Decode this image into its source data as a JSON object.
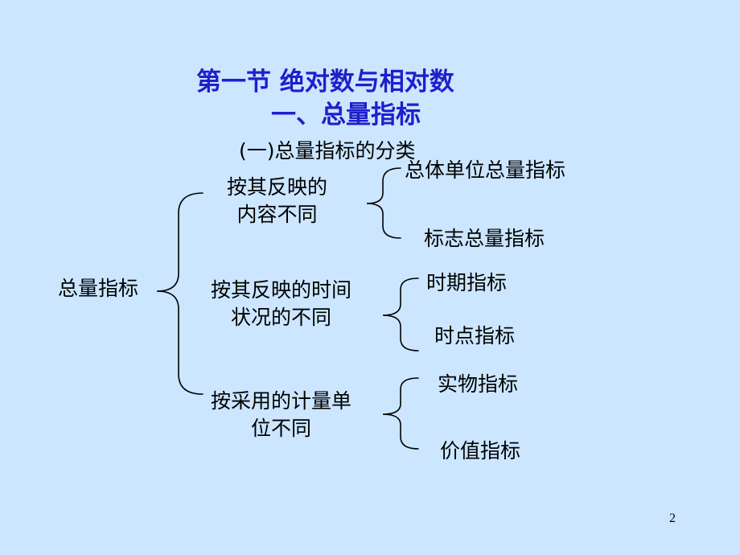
{
  "slide": {
    "title": "第一节  绝对数与相对数",
    "subtitle": "一、总量指标",
    "section": "(一)总量指标的分类",
    "page_number": "2"
  },
  "tree": {
    "root": "总量指标",
    "groups": [
      {
        "criterion_line1": "按其反映的",
        "criterion_line2": "内容不同",
        "leaves": [
          "总体单位总量指标",
          "标志总量指标"
        ]
      },
      {
        "criterion_line1": "按其反映的时间",
        "criterion_line2": "状况的不同",
        "leaves": [
          "时期指标",
          "时点指标"
        ]
      },
      {
        "criterion_line1": "按采用的计量单",
        "criterion_line2": "位不同",
        "leaves": [
          "实物指标",
          "价值指标"
        ]
      }
    ]
  },
  "colors": {
    "background": "#cce6ff",
    "title": "#1f1fcc",
    "text": "#000000"
  }
}
